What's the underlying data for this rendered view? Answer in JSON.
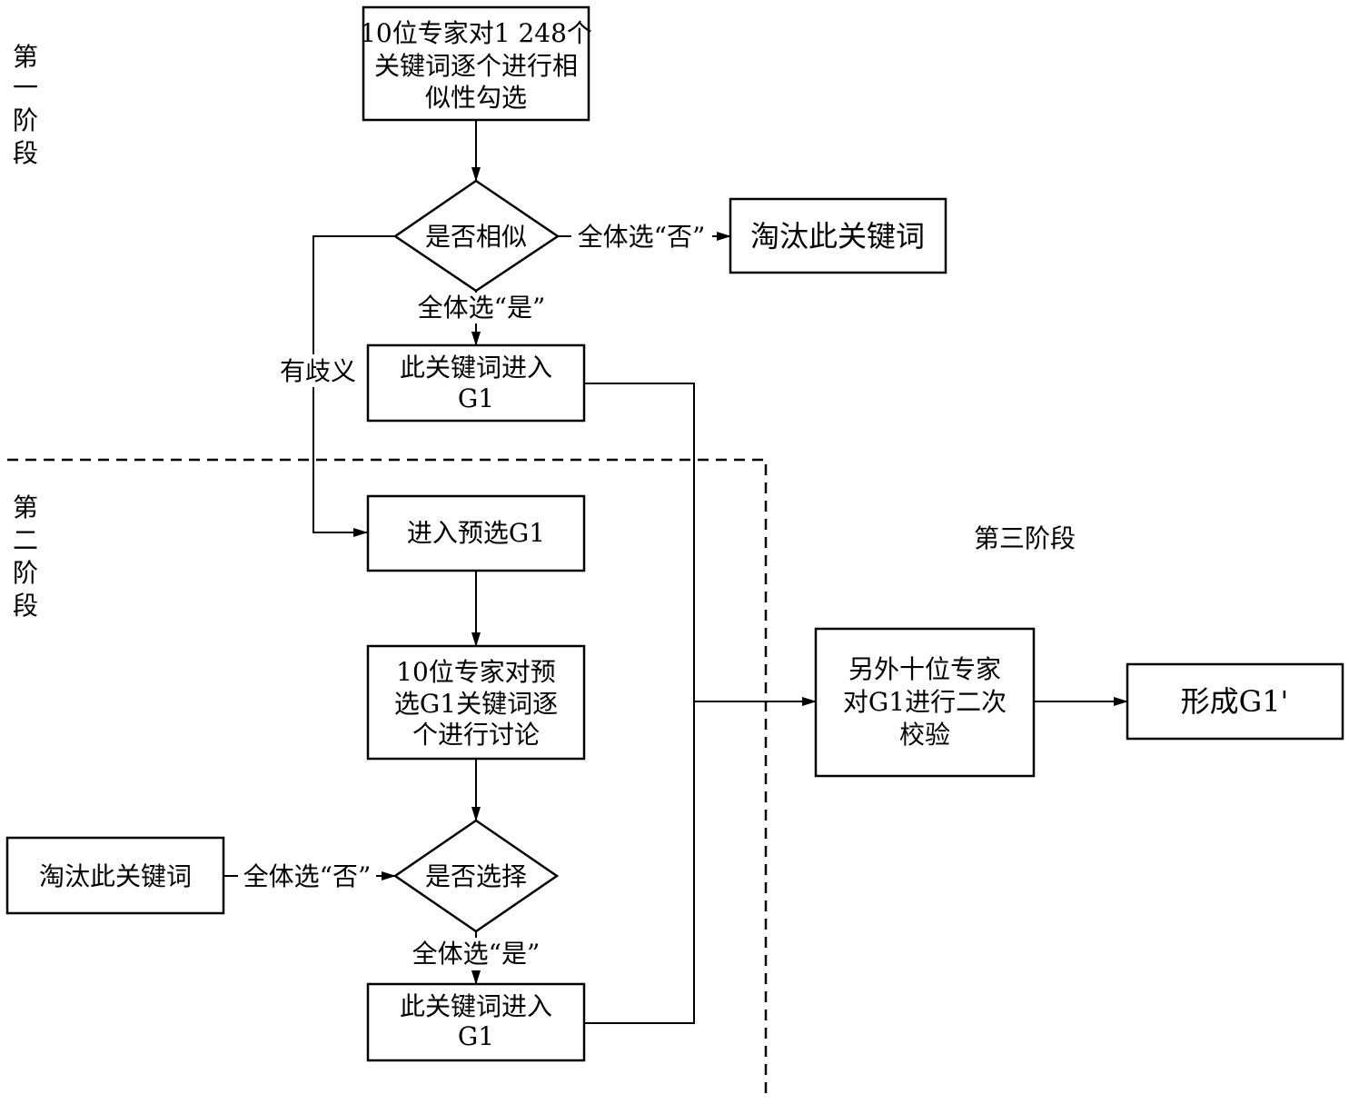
{
  "stages": {
    "stage1": [
      "第",
      "一",
      "阶",
      "段"
    ],
    "stage2": [
      "第",
      "二",
      "阶",
      "段"
    ],
    "stage3": "第三阶段"
  },
  "nodes": {
    "start": [
      "10位专家对1 248个",
      "关键词逐个进行相",
      "似性勾选"
    ],
    "decision1": "是否相似",
    "eliminate1": "淘汰此关键词",
    "enterG1_1": [
      "此关键词进入",
      "G1"
    ],
    "preselect": "进入预选G1",
    "discuss": [
      "10位专家对预",
      "选G1关键词逐",
      "个进行讨论"
    ],
    "decision2": "是否选择",
    "eliminate2": "淘汰此关键词",
    "enterG1_2": [
      "此关键词进入",
      "G1"
    ],
    "recheck": [
      "另外十位专家",
      "对G1进行二次",
      "校验"
    ],
    "final": "形成G1'"
  },
  "edges": {
    "d1_no": "全体选“否”",
    "d1_yes": "全体选“是”",
    "ambiguous": "有歧义",
    "d2_no": "全体选“否”",
    "d2_yes": "全体选“是”"
  }
}
